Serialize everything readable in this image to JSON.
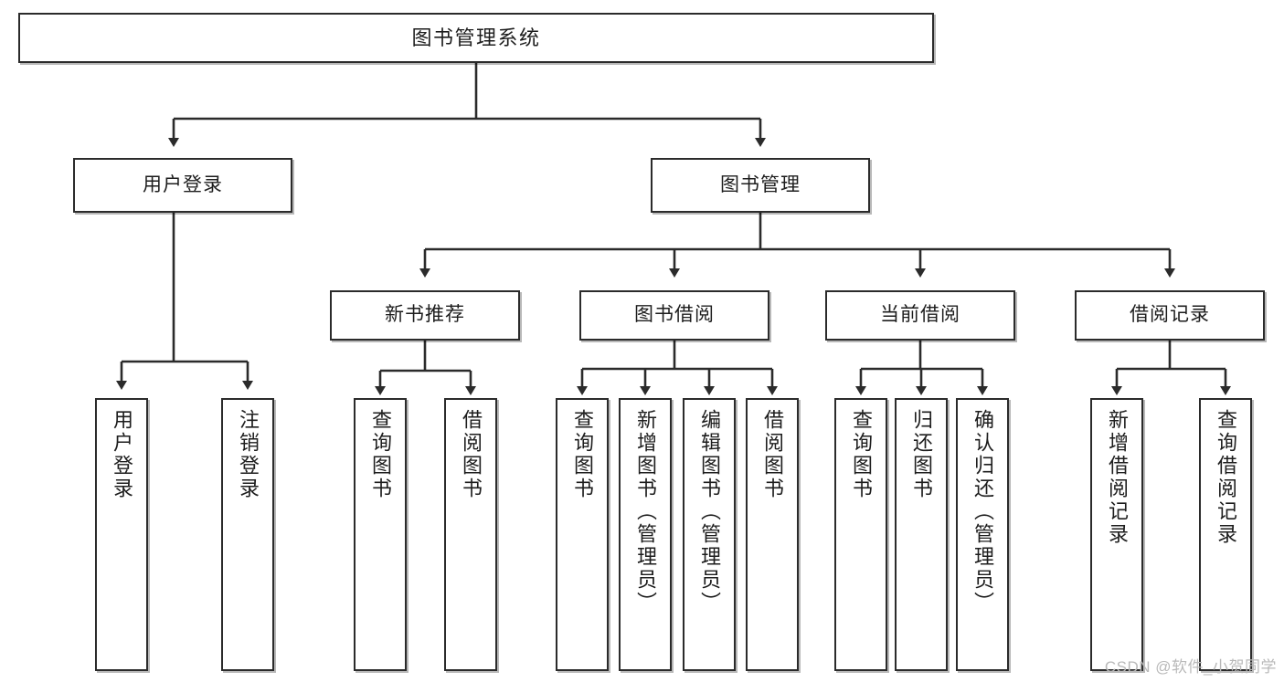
{
  "diagram": {
    "title": "图书管理系统",
    "type": "hierarchy-tree",
    "orientation": "top-down",
    "colors": {
      "box_border": "#2b2b2b",
      "box_fill": "#ffffff",
      "edge": "#2b2b2b",
      "text": "#1d1d1d",
      "watermark": "#b9b9b9"
    },
    "levels": {
      "root": "图书管理系统",
      "level2": [
        "用户登录",
        "图书管理"
      ],
      "level3": [
        "新书推荐",
        "图书借阅",
        "当前借阅",
        "借阅记录"
      ]
    },
    "nodes": {
      "root": {
        "label": "图书管理系统"
      },
      "user_login": {
        "label": "用户登录"
      },
      "book_manage": {
        "label": "图书管理"
      },
      "new_book_rec": {
        "label": "新书推荐"
      },
      "book_borrow": {
        "label": "图书借阅"
      },
      "current_borrow": {
        "label": "当前借阅"
      },
      "borrow_record": {
        "label": "借阅记录"
      },
      "leaf_user_login": {
        "label": "用户登录"
      },
      "leaf_logout": {
        "label": "注销登录"
      },
      "leaf_query_book_a": {
        "label": "查询图书"
      },
      "leaf_borrow_book_a": {
        "label": "借阅图书"
      },
      "leaf_query_book_b": {
        "label": "查询图书"
      },
      "leaf_add_book": {
        "label": "新增图书（管理员）"
      },
      "leaf_edit_book": {
        "label": "编辑图书（管理员）"
      },
      "leaf_borrow_book_b": {
        "label": "借阅图书"
      },
      "leaf_query_book_c": {
        "label": "查询图书"
      },
      "leaf_return_book": {
        "label": "归还图书"
      },
      "leaf_confirm_return": {
        "label": "确认归还（管理员）"
      },
      "leaf_add_record": {
        "label": "新增借阅记录"
      },
      "leaf_query_record": {
        "label": "查询借阅记录"
      }
    },
    "edges": [
      {
        "from": "root",
        "to": "user_login"
      },
      {
        "from": "root",
        "to": "book_manage"
      },
      {
        "from": "user_login",
        "to": "leaf_user_login"
      },
      {
        "from": "user_login",
        "to": "leaf_logout"
      },
      {
        "from": "book_manage",
        "to": "new_book_rec"
      },
      {
        "from": "book_manage",
        "to": "book_borrow"
      },
      {
        "from": "book_manage",
        "to": "current_borrow"
      },
      {
        "from": "book_manage",
        "to": "borrow_record"
      },
      {
        "from": "new_book_rec",
        "to": "leaf_query_book_a"
      },
      {
        "from": "new_book_rec",
        "to": "leaf_borrow_book_a"
      },
      {
        "from": "book_borrow",
        "to": "leaf_query_book_b"
      },
      {
        "from": "book_borrow",
        "to": "leaf_add_book"
      },
      {
        "from": "book_borrow",
        "to": "leaf_edit_book"
      },
      {
        "from": "book_borrow",
        "to": "leaf_borrow_book_b"
      },
      {
        "from": "current_borrow",
        "to": "leaf_query_book_c"
      },
      {
        "from": "current_borrow",
        "to": "leaf_return_book"
      },
      {
        "from": "current_borrow",
        "to": "leaf_confirm_return"
      },
      {
        "from": "borrow_record",
        "to": "leaf_add_record"
      },
      {
        "from": "borrow_record",
        "to": "leaf_query_record"
      }
    ]
  },
  "watermark": {
    "text": "CSDN @软件_小贺同学"
  }
}
